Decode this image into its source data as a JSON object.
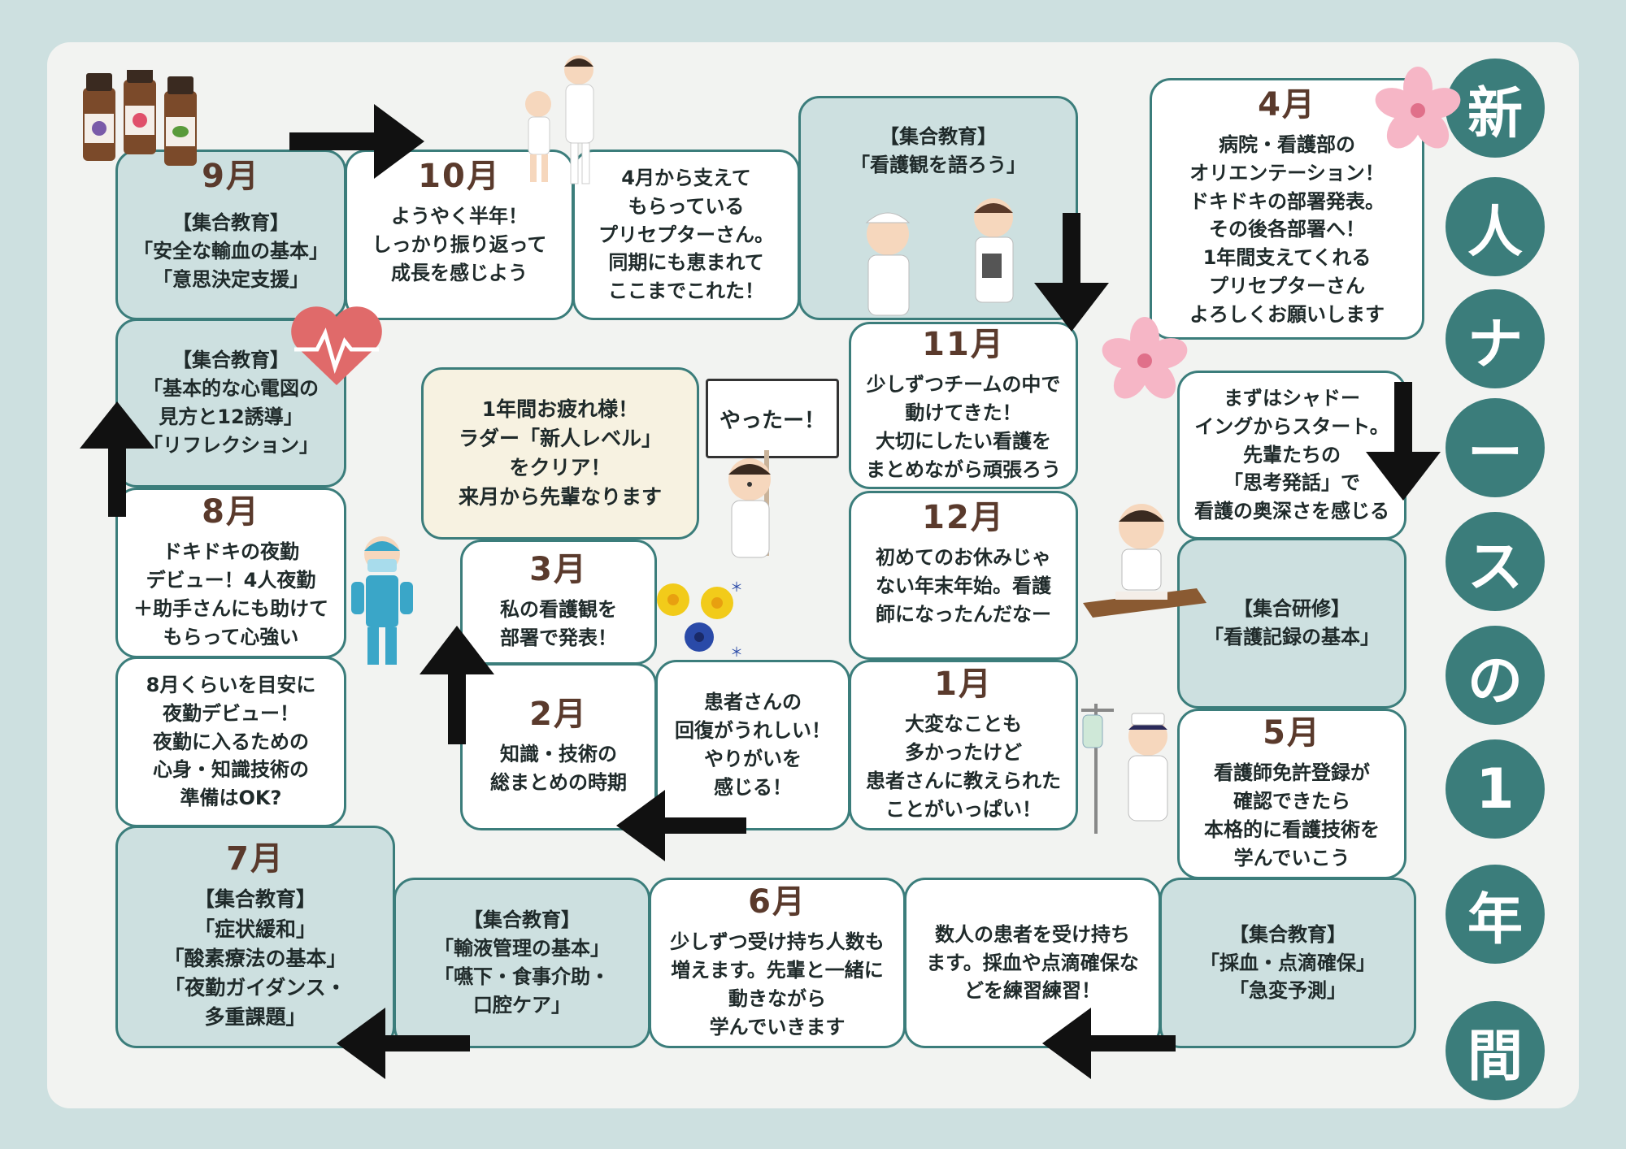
{
  "title": {
    "chars": [
      "新",
      "人",
      "ナ",
      "ー",
      "ス",
      "の",
      "1",
      "年",
      "間"
    ]
  },
  "boxes": {
    "sep": {
      "month": "9月",
      "text": ""
    },
    "sep_a": {
      "text": "【集合教育】\n「安全な輸血の基本」\n「意思決定支援」"
    },
    "oct": {
      "month": "10月",
      "text": "ようやく半年！\nしっかり振り返って\n成長を感じよう"
    },
    "oct_b": {
      "text": "4月から支えて\nもらっている\nプリセプターさん。\n同期にも恵まれて\nここまでこれた！"
    },
    "shugo_kangokan": {
      "text": "【集合教育】\n「看護観を語ろう」"
    },
    "apr": {
      "month": "4月",
      "text": "病院・看護部の\nオリエンテーション！\nドキドキの部署発表。\nその後各部署へ！\n1年間支えてくれる\nプリセプターさん\nよろしくお願いします"
    },
    "aug_a": {
      "text": "【集合教育】\n「基本的な心電図の\n見方と12誘導」\n「リフレクション」"
    },
    "nov": {
      "month": "11月",
      "text": "少しずつチームの中で\n動けてきた！\n大切にしたい看護を\nまとめながら頑張ろう"
    },
    "apr_b": {
      "text": "まずはシャドー\nイングからスタート。\n先輩たちの\n「思考発話」で\n看護の奥深さを感じる"
    },
    "center": {
      "text": "1年間お疲れ様！\nラダー「新人レベル」\nをクリア！\n来月から先輩なります"
    },
    "sign": "やったー！",
    "aug": {
      "month": "8月",
      "text": "ドキドキの夜勤\nデビュー！4人夜勤\n＋助手さんにも助けて\nもらって心強い"
    },
    "dec": {
      "month": "12月",
      "text": "初めてのお休みじゃ\nない年末年始。看護\n師になったんだなー"
    },
    "mar": {
      "month": "3月",
      "text": "私の看護観を\n部署で発表！"
    },
    "kenshu": {
      "text": "【集合研修】\n「看護記録の基本」"
    },
    "jul_a": {
      "text": "8月くらいを目安に\n夜勤デビュー！\n夜勤に入るための\n心身・知識技術の\n準備はOK?"
    },
    "feb": {
      "month": "2月",
      "text": "知識・技術の\n総まとめの時期"
    },
    "feb_b": {
      "text": "患者さんの\n回復がうれしい！\nやりがいを\n感じる！"
    },
    "jan": {
      "month": "1月",
      "text": "大変なことも\n多かったけど\n患者さんに教えられた\nことがいっぱい！"
    },
    "may": {
      "month": "5月",
      "text": "看護師免許登録が\n確認できたら\n本格的に看護技術を\n学んでいこう"
    },
    "jul": {
      "month": "7月",
      "text": "【集合教育】\n「症状緩和」\n「酸素療法の基本」\n「夜勤ガイダンス・\n多重課題」"
    },
    "jun_a": {
      "text": "【集合教育】\n「輸液管理の基本」\n「嚥下・食事介助・\n口腔ケア」"
    },
    "jun": {
      "month": "6月",
      "text": "少しずつ受け持ち人数も\n増えます。先輩と一緒に\n動きながら\n学んでいきます"
    },
    "may_b": {
      "text": "数人の患者を受け持ち\nます。採血や点滴確保な\nどを練習練習！"
    },
    "may_a": {
      "text": "【集合教育】\n「採血・点滴確保」\n「急変予測」"
    }
  },
  "colors": {
    "teal": "#3b7d7b",
    "teal_light": "#cde0e0",
    "cream": "#f7f2e1",
    "month_brown": "#5a3a2c"
  },
  "icons": [
    "oil-bottles-icon",
    "nurses-icon",
    "heart-ecg-icon",
    "sakura-icon",
    "surgeon-icon",
    "nurse-cheer-icon",
    "flowers-icon",
    "nurse-writing-icon",
    "nurse-iv-icon",
    "arrow-icon"
  ]
}
